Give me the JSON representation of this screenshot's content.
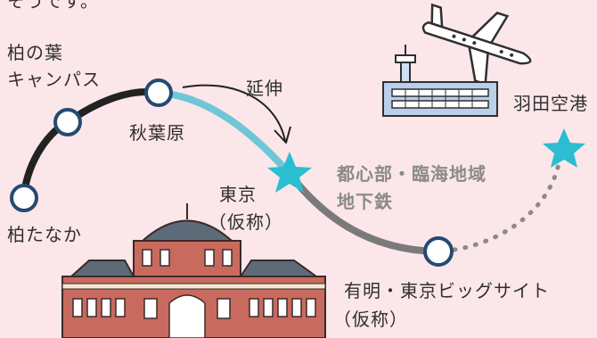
{
  "labels": {
    "top_partial": "そうです。",
    "kashiwanoha_line1": "柏の葉",
    "kashiwanoha_line2": "キャンパス",
    "akihabara": "秋葉原",
    "extension": "延伸",
    "haneda": "羽田空港",
    "subway_line1": "都心部・臨海地域",
    "subway_line2": "地下鉄",
    "tokyo_line1": "東京",
    "tokyo_line2": "（仮称）",
    "kashiwatanaka": "柏たなか",
    "ariake_line1": "有明・東京ビッグサイト",
    "ariake_line2": "（仮称）"
  },
  "colors": {
    "background": "#fbe6ea",
    "line_existing": "#222222",
    "line_extension": "#6ec6d6",
    "line_subway": "#7a7a7a",
    "station_border": "#234a72",
    "star": "#2bbdd0"
  }
}
